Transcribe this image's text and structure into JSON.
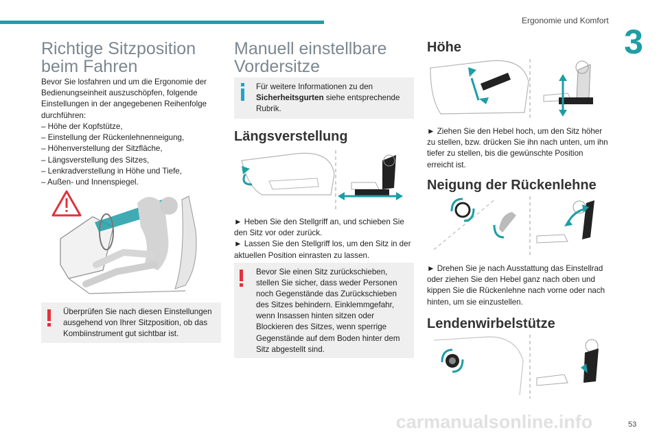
{
  "header": {
    "section_title": "Ergonomie und Komfort",
    "chapter_number": "3"
  },
  "col1": {
    "title": "Richtige Sitzposition beim Fahren",
    "intro": "Bevor Sie losfahren und um die Ergonomie der Bedienungseinheit auszuschöpfen, folgende Einstellungen in der angegebenen Reihenfolge durchführen:",
    "steps": [
      "–  Höhe der Kopfstütze,",
      "–  Einstellung der Rückenlehnenneigung,",
      "–  Höhenverstellung der Sitzfläche,",
      "–  Längsverstellung des Sitzes,",
      "–  Lenkradverstellung in Höhe und Tiefe,",
      "–  Außen- und Innenspiegel."
    ],
    "warning": "Überprüfen Sie nach diesen Einstellungen ausgehend von Ihrer Sitzposition, ob das Kombiinstrument gut sichtbar ist."
  },
  "col2": {
    "title": "Manuell einstellbare Vordersitze",
    "info_prefix": "Für weitere Informationen zu den",
    "info_bold": "Sicherheitsgurten",
    "info_suffix": "siehe entsprechende Rubrik.",
    "section_title": "Längsverstellung",
    "steps": [
      "►  Heben Sie den Stellgriff an, und schieben Sie den Sitz vor oder zurück.",
      "►  Lassen Sie den Stellgriff los, um den Sitz in der aktuellen Position einrasten zu lassen."
    ],
    "warning": "Bevor Sie einen Sitz zurückschieben, stellen Sie sicher, dass weder Personen noch Gegenstände das Zurückschieben des Sitzes behindern. Einklemmgefahr, wenn Insassen hinten sitzen oder Blockieren des Sitzes, wenn sperrige Gegenstände auf dem Boden hinter dem Sitz abgestellt sind."
  },
  "col3": {
    "height_title": "Höhe",
    "height_text": "►  Ziehen Sie den Hebel hoch, um den Sitz höher zu stellen, bzw. drücken Sie ihn nach unten, um ihn tiefer zu stellen, bis die gewünschte Position erreicht ist.",
    "recline_title": "Neigung der Rückenlehne",
    "recline_text": "►  Drehen Sie je nach Ausstattung das Einstellrad oder ziehen Sie den Hebel ganz nach oben und kippen Sie die Rückenlehne nach vorne oder nach hinten, um sie einzustellen.",
    "lumbar_title": "Lendenwirbelstütze"
  },
  "footer": {
    "page_number": "53",
    "watermark": "carmanualsonline.info"
  },
  "colors": {
    "accent": "#1d9ea6",
    "warning": "#e2313c",
    "info": "#1da6c8",
    "box_bg": "#efefef"
  }
}
